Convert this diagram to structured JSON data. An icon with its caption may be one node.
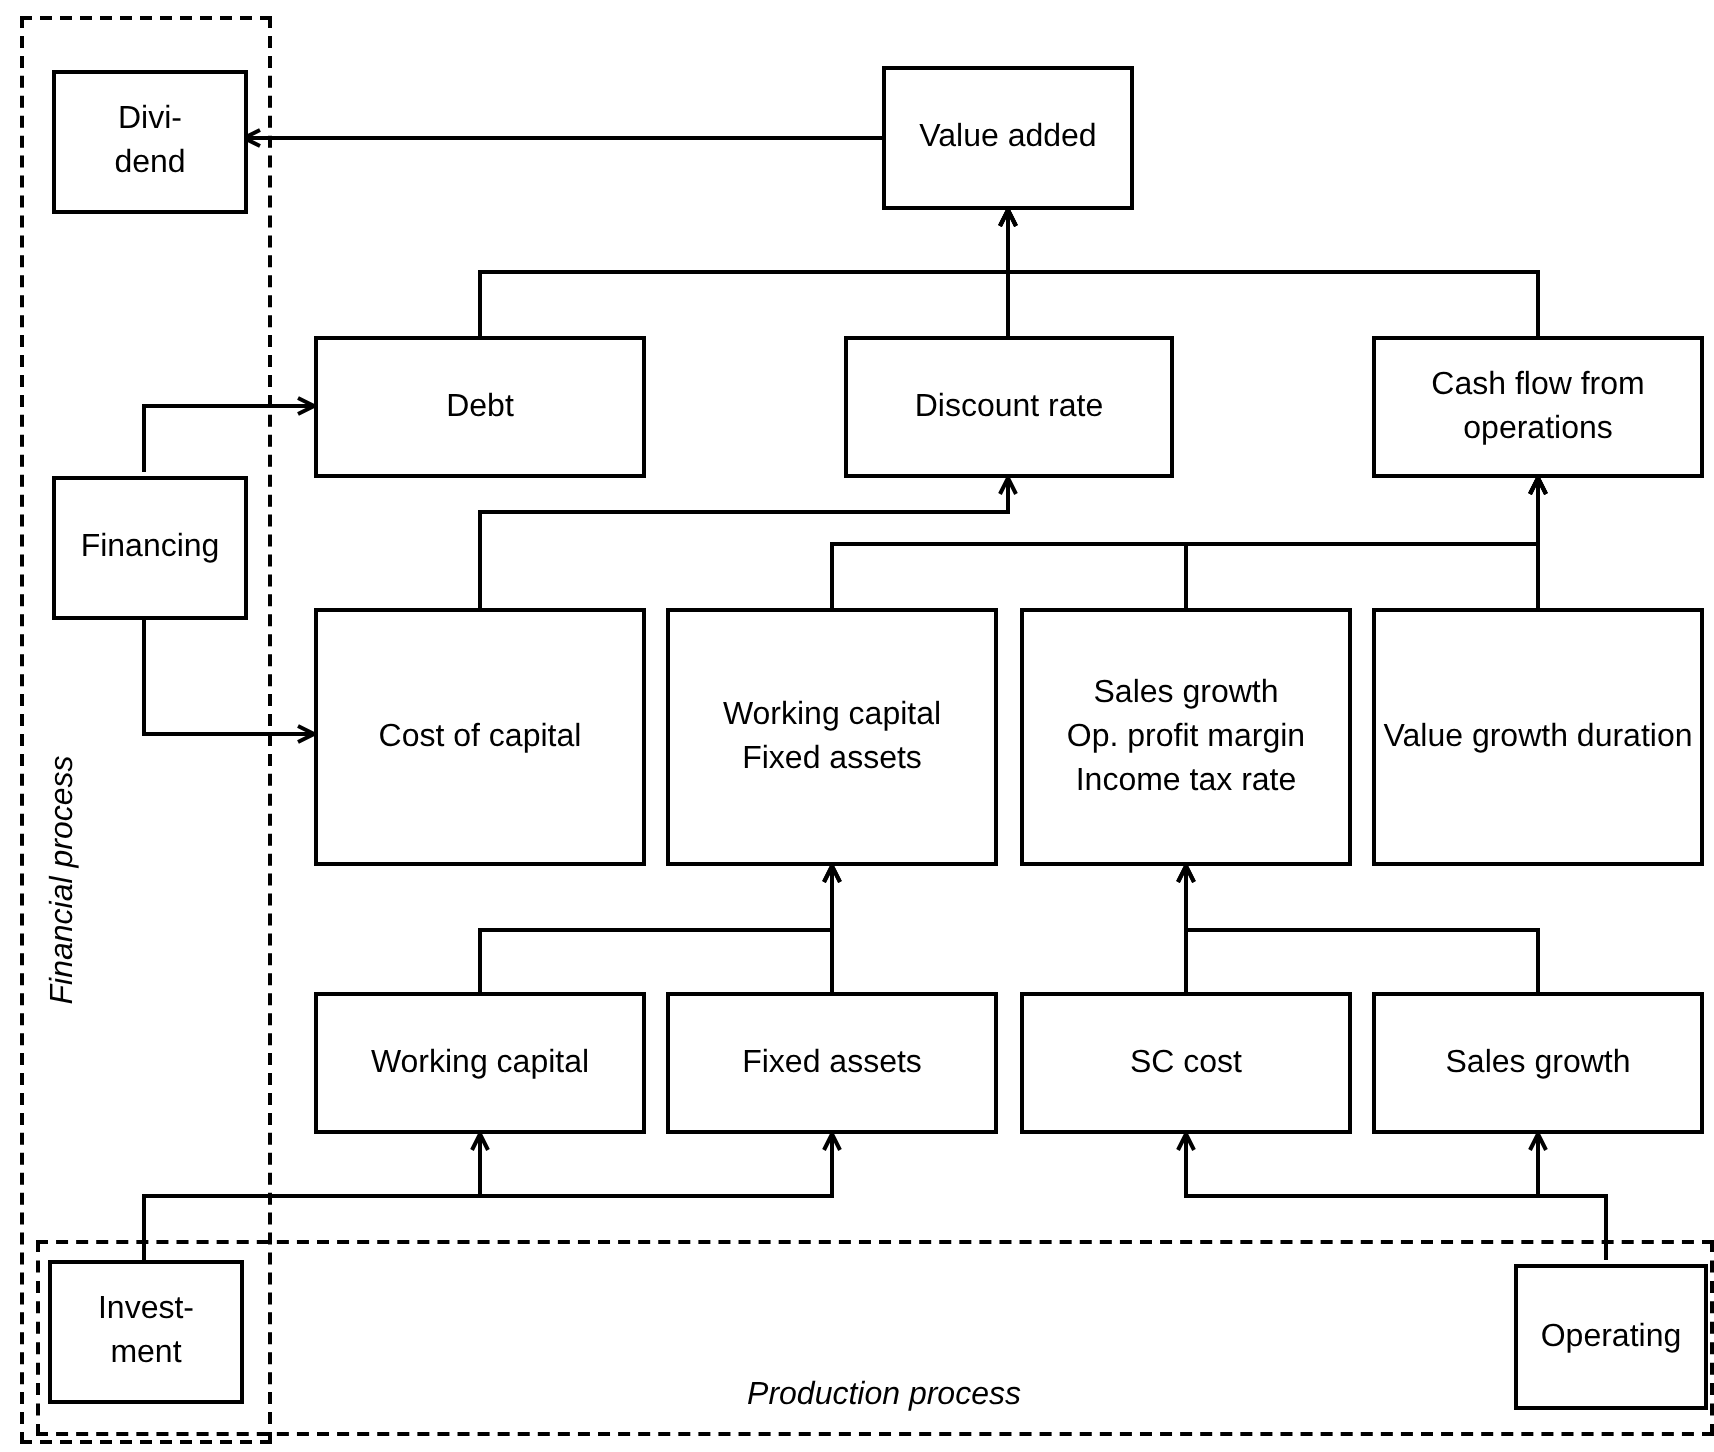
{
  "diagram": {
    "nodes": [
      {
        "text": [
          "Financial process"
        ]
      },
      {
        "text": [
          "Divi- dend"
        ],
        "in": 0
      },
      {
        "text": [
          "Value added"
        ]
      },
      {
        "text": [
          "Debt"
        ]
      },
      {
        "text": [
          "Discount rate"
        ]
      },
      {
        "text": [
          "Cash flow from operations"
        ]
      },
      {
        "text": [
          "Financing"
        ],
        "in": 0
      },
      {
        "text": [
          "Cost of capital"
        ]
      },
      {
        "text": [
          "Working capital",
          "Fixed assets"
        ]
      },
      {
        "text": [
          "Sales growth",
          "Op. profit margin",
          "Income tax rate"
        ]
      },
      {
        "text": [
          "Value growth duration"
        ]
      },
      {
        "text": [
          "Working capital"
        ]
      },
      {
        "text": [
          "Fixed assets"
        ]
      },
      {
        "text": [
          "SC cost"
        ]
      },
      {
        "text": [
          "Sales growth"
        ]
      },
      {
        "text": [
          "Production process"
        ]
      },
      {
        "text": [
          "Invest- ment"
        ]
      },
      {
        "text": [
          "Operating"
        ],
        "in": 15
      }
    ],
    "edges": [
      {
        "from": 2,
        "to": 1,
        "arrow": "to"
      },
      {
        "from": 3,
        "to": 2,
        "arrow": "to"
      },
      {
        "from": 4,
        "to": 2,
        "arrow": "to"
      },
      {
        "from": 5,
        "to": 2,
        "arrow": "to"
      },
      {
        "from": 6,
        "to": 3,
        "arrow": "to"
      },
      {
        "from": 6,
        "to": 7,
        "arrow": "to"
      },
      {
        "from": 7,
        "to": 4,
        "arrow": "to"
      },
      {
        "from": 8,
        "to": 5,
        "arrow": "to"
      },
      {
        "from": 9,
        "to": 5,
        "arrow": "to"
      },
      {
        "from": 10,
        "to": 5,
        "arrow": "to"
      },
      {
        "from": 11,
        "to": 8,
        "arrow": "to"
      },
      {
        "from": 12,
        "to": 8,
        "arrow": "to"
      },
      {
        "from": 13,
        "to": 9,
        "arrow": "to"
      },
      {
        "from": 14,
        "to": 9,
        "arrow": "to"
      },
      {
        "from": 16,
        "to": 11,
        "arrow": "to"
      },
      {
        "from": 16,
        "to": 12,
        "arrow": "to"
      },
      {
        "from": 17,
        "to": 13,
        "arrow": "to"
      },
      {
        "from": 17,
        "to": 14,
        "arrow": "to"
      }
    ]
  }
}
